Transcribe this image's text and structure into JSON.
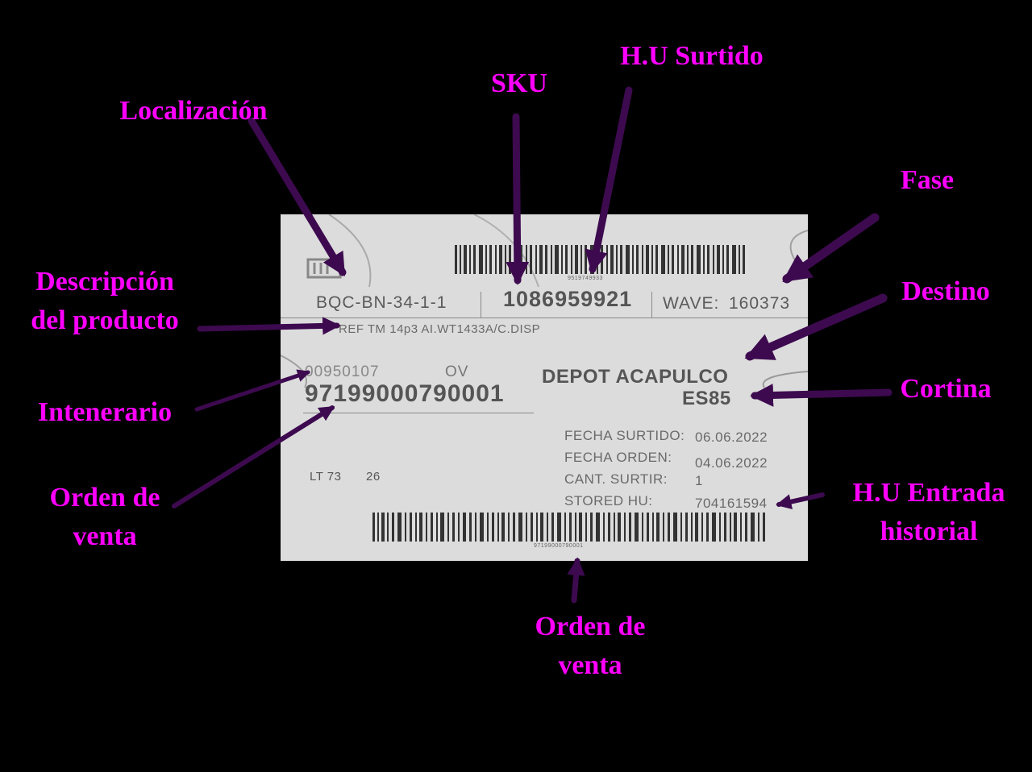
{
  "callouts": {
    "localizacion": "Localización",
    "sku": "SKU",
    "hu_surtido": "H.U Surtido",
    "fase": "Fase",
    "descripcion_line1": "Descripción",
    "descripcion_line2": "del producto",
    "destino": "Destino",
    "intenerario": "Intenerario",
    "cortina": "Cortina",
    "orden_venta_left_line1": "Orden de",
    "orden_venta_left_line2": "venta",
    "hu_entrada_line1": "H.U Entrada",
    "hu_entrada_line2": "historial",
    "orden_venta_bottom_line1": "Orden de",
    "orden_venta_bottom_line2": "venta"
  },
  "label": {
    "location": "BQC-BN-34-1-1",
    "sku": "1086959921",
    "wave_label": "WAVE:",
    "wave_value": "160373",
    "top_barcode_text": "9519749933",
    "description": "REF TM 14p3 AI.WT1433A/C.DISP",
    "route": "00950107",
    "ov_label": "OV",
    "sales_order": "97199000790001",
    "destination": "DEPOT ACAPULCO",
    "dock": "ES85",
    "lt_label": "LT 73",
    "lt_value": "26",
    "fecha_surtido_label": "FECHA SURTIDO:",
    "fecha_surtido_value": "06.06.2022",
    "fecha_orden_label": "FECHA ORDEN:",
    "fecha_orden_value": "04.06.2022",
    "cant_surtir_label": "CANT. SURTIR:",
    "cant_surtir_value": "1",
    "stored_hu_label": "STORED HU:",
    "stored_hu_value": "704161594",
    "bottom_barcode_text": "97199000790001"
  },
  "colors": {
    "callout_text": "#ff00ff",
    "arrow": "#3d0a4f",
    "background": "#000000",
    "label_paper": "#dcdcdc"
  }
}
